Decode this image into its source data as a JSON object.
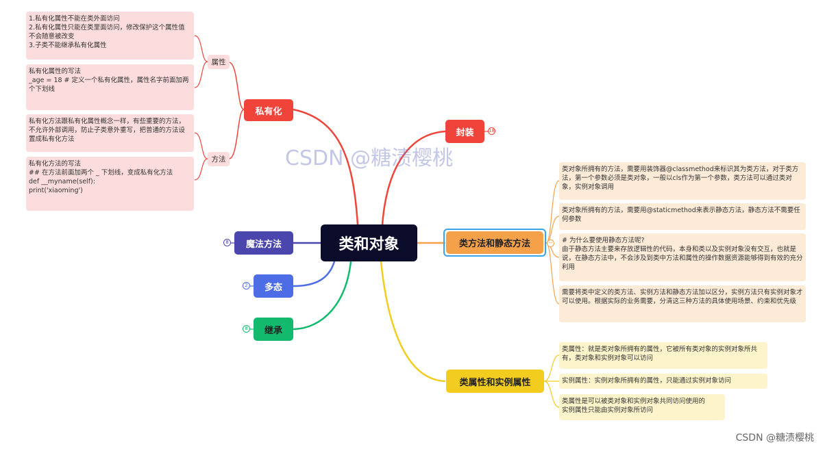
{
  "root": {
    "label": "类和对象"
  },
  "topics": {
    "siyouhua": {
      "label": "私有化",
      "color": "#f0443a",
      "subs": {
        "attr": "属性",
        "method": "方法"
      },
      "leaves": [
        "1.私有化属性不能在类外面访问\n2.私有化属性只能在类里面访问，修改保护这个属性值不会随意被改变\n3.子类不能继承私有化属性",
        "私有化属性的写法\n_age = 18 # 定义一个私有化属性，属性名字前面加两个下划线",
        "私有化方法跟私有化属性概念一样，有些重要的方法，不允许外部调用，防止子类意外重写，把普通的方法设置成私有化方法",
        "私有化方法的写法\n## 在方法前面加两个 _ 下划线，变成私有化方法\ndef __myname(self):\nprint('xiaoming')"
      ]
    },
    "fengzhuang": {
      "label": "封装",
      "color": "#f0443a",
      "badge": "18"
    },
    "classmethod": {
      "label": "类方法和静态方法",
      "color": "#f5a14a",
      "collapse_icon": "−",
      "leaves": [
        "类对象所拥有的方法，需要用装饰器@classmethod来标识其为类方法，对于类方法，第一个参数必须是类对象，一般以cls作为第一个参数，类方法可以通过类对象，实例对象调用",
        "类对象所拥有的方法，需要用@staticmethod来表示静态方法，静态方法不需要任何参数",
        "# 为什么要使用静态方法呢?\n由于静态方法主要来存放逻辑性的代码，本身和类以及实例对象没有交互，也就是说，在静态方法中，不会涉及到类中方法和属性的操作数据资源能够得到有效的充分利用",
        "需要将类中定义的类方法、实例方法和静态方法加以区分，实例方法只有实例对象才可以使用。根据实际的业务需要，分清这三种方法的具体使用场景、约束和优先级"
      ]
    },
    "attrs": {
      "label": "类属性和实例属性",
      "color": "#f2cd1f",
      "leaves": [
        "类属性：就是类对象所拥有的属性，它被所有类对象的实例对象所共有，类对象和实例对象可以访问",
        "实例属性：实例对象所拥有的属性，只能通过实例对象访问",
        "类属性是可以被类对象和实例对象共同访问使用的\n实例属性只能由实例对象所访问"
      ]
    },
    "magic": {
      "label": "魔法方法",
      "color": "#4a46ad",
      "badge": "8"
    },
    "poly": {
      "label": "多态",
      "color": "#4d6de6",
      "badge": "2"
    },
    "inherit": {
      "label": "继承",
      "color": "#13ba6e",
      "badge": "8"
    }
  },
  "watermark": "CSDN @糖渍樱桃",
  "footer": "CSDN @糖渍樱桃"
}
